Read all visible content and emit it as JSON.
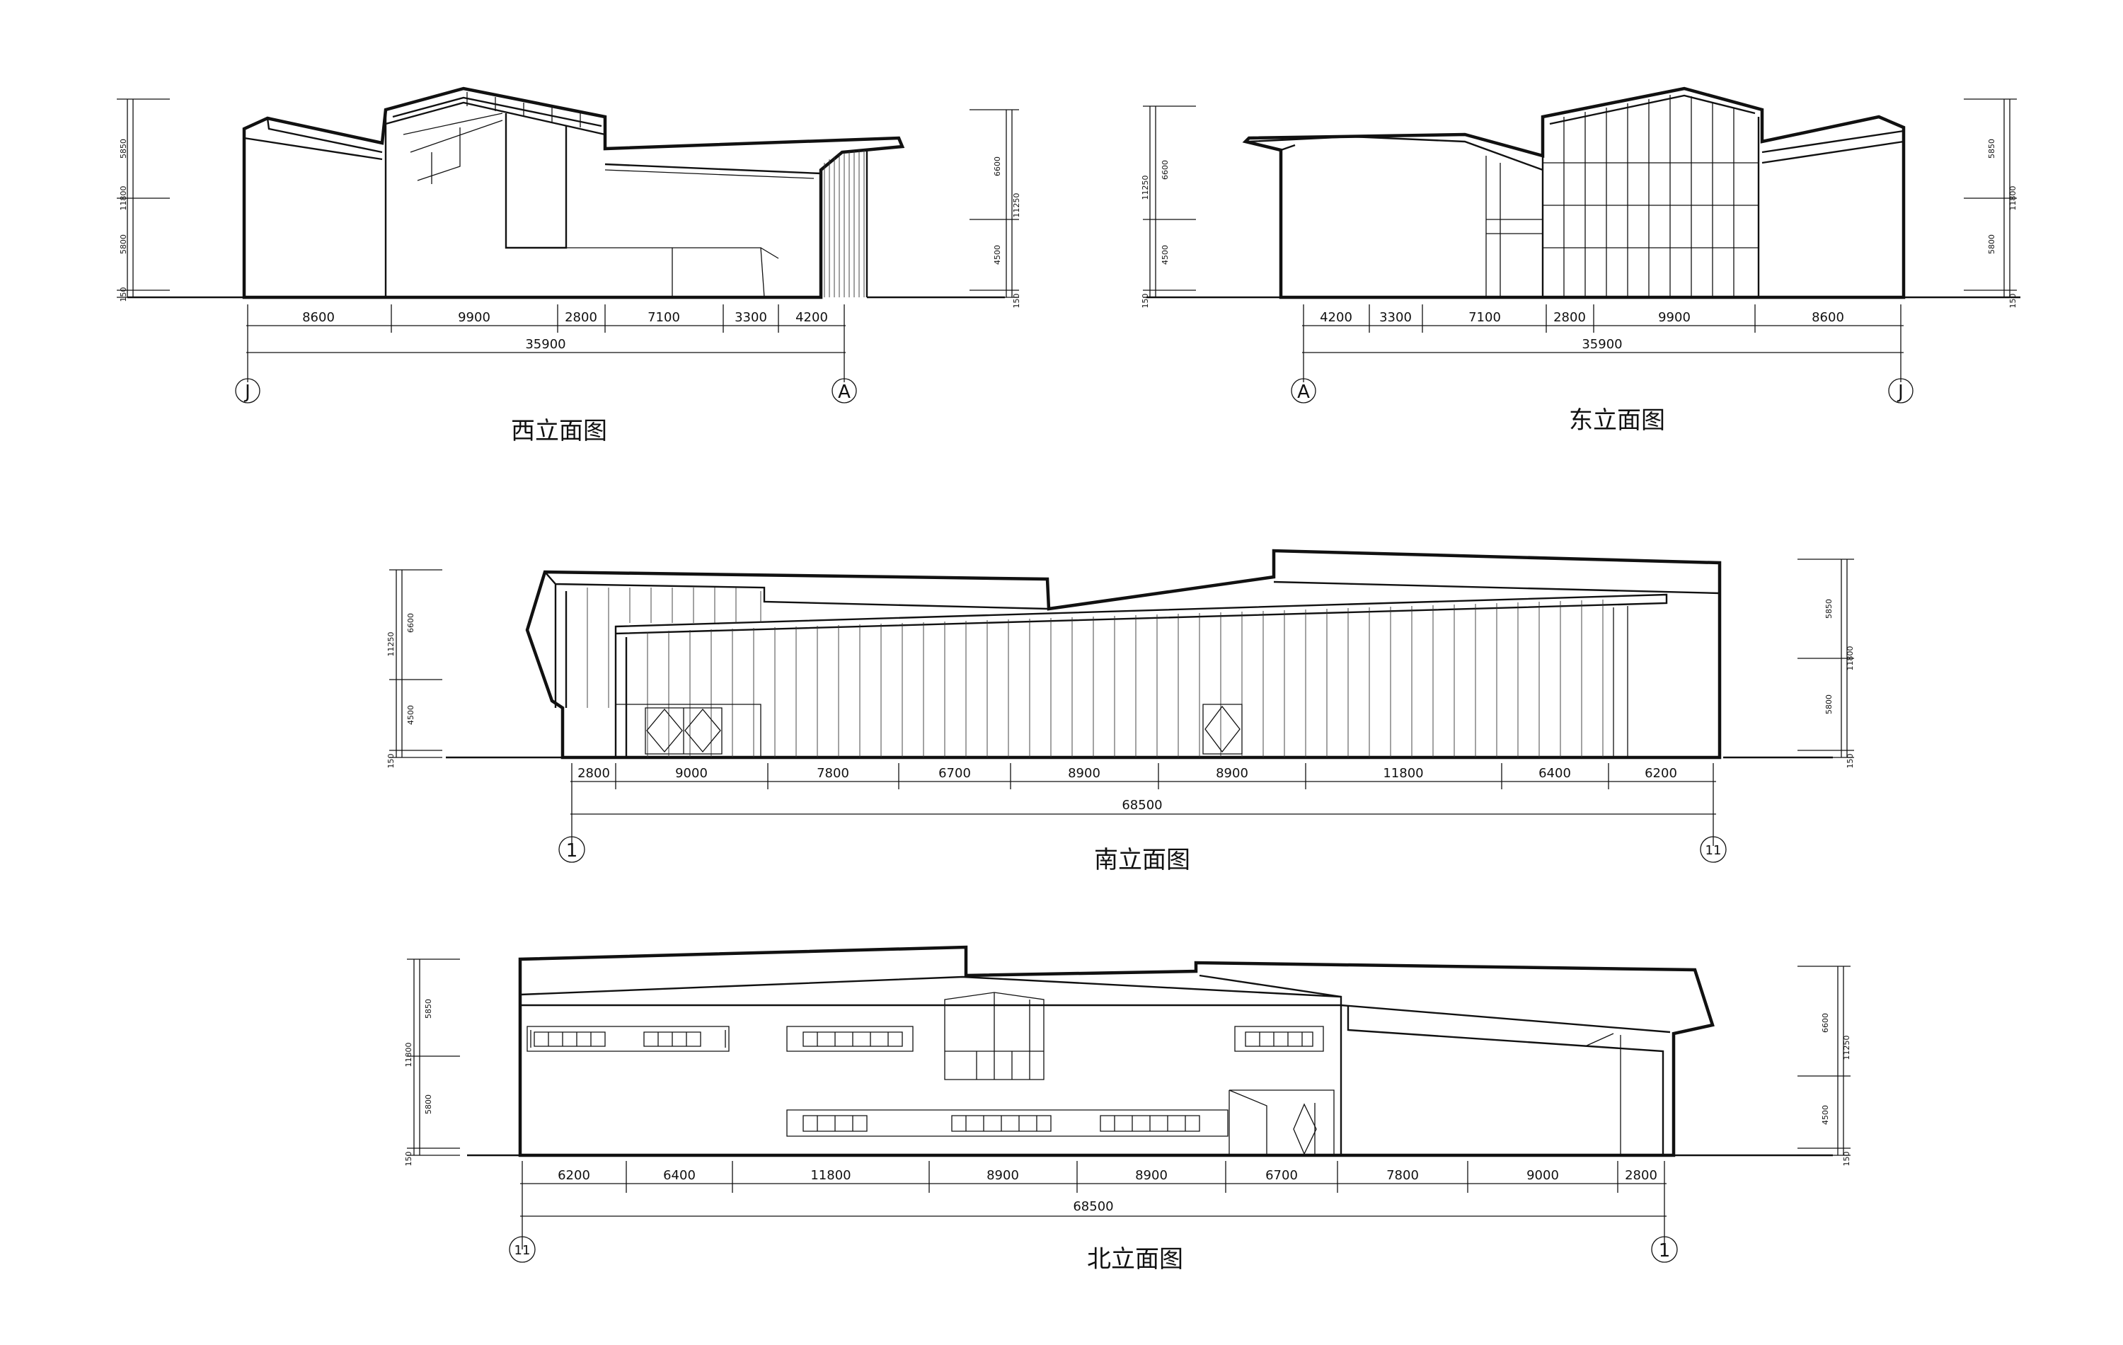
{
  "elevations": {
    "west": {
      "title": "西立面图",
      "dims": [
        "8600",
        "9900",
        "2800",
        "7100",
        "3300",
        "4200"
      ],
      "total": "35900",
      "grid_left": "J",
      "grid_right": "A",
      "height_left": [
        "5850",
        "11800",
        "5800",
        "150"
      ],
      "height_right": [
        "6600",
        "11250",
        "4500",
        "150"
      ]
    },
    "east": {
      "title": "东立面图",
      "dims": [
        "4200",
        "3300",
        "7100",
        "2800",
        "9900",
        "8600"
      ],
      "total": "35900",
      "grid_left": "A",
      "grid_right": "J",
      "height_left": [
        "6600",
        "11250",
        "4500",
        "150"
      ],
      "height_right": [
        "5850",
        "11800",
        "5800",
        "150"
      ]
    },
    "south": {
      "title": "南立面图",
      "dims": [
        "2800",
        "9000",
        "7800",
        "6700",
        "8900",
        "8900",
        "11800",
        "6400",
        "6200"
      ],
      "total": "68500",
      "grid_left": "1",
      "grid_right": "11",
      "height_left": [
        "6600",
        "11250",
        "4500",
        "150"
      ],
      "height_right": [
        "5850",
        "11800",
        "5800",
        "150"
      ]
    },
    "north": {
      "title": "北立面图",
      "dims": [
        "6200",
        "6400",
        "11800",
        "8900",
        "8900",
        "6700",
        "7800",
        "9000",
        "2800"
      ],
      "total": "68500",
      "grid_left": "11",
      "grid_right": "1",
      "height_left": [
        "5850",
        "11800",
        "5800",
        "150"
      ],
      "height_right": [
        "6600",
        "11250",
        "4500",
        "150"
      ]
    }
  }
}
